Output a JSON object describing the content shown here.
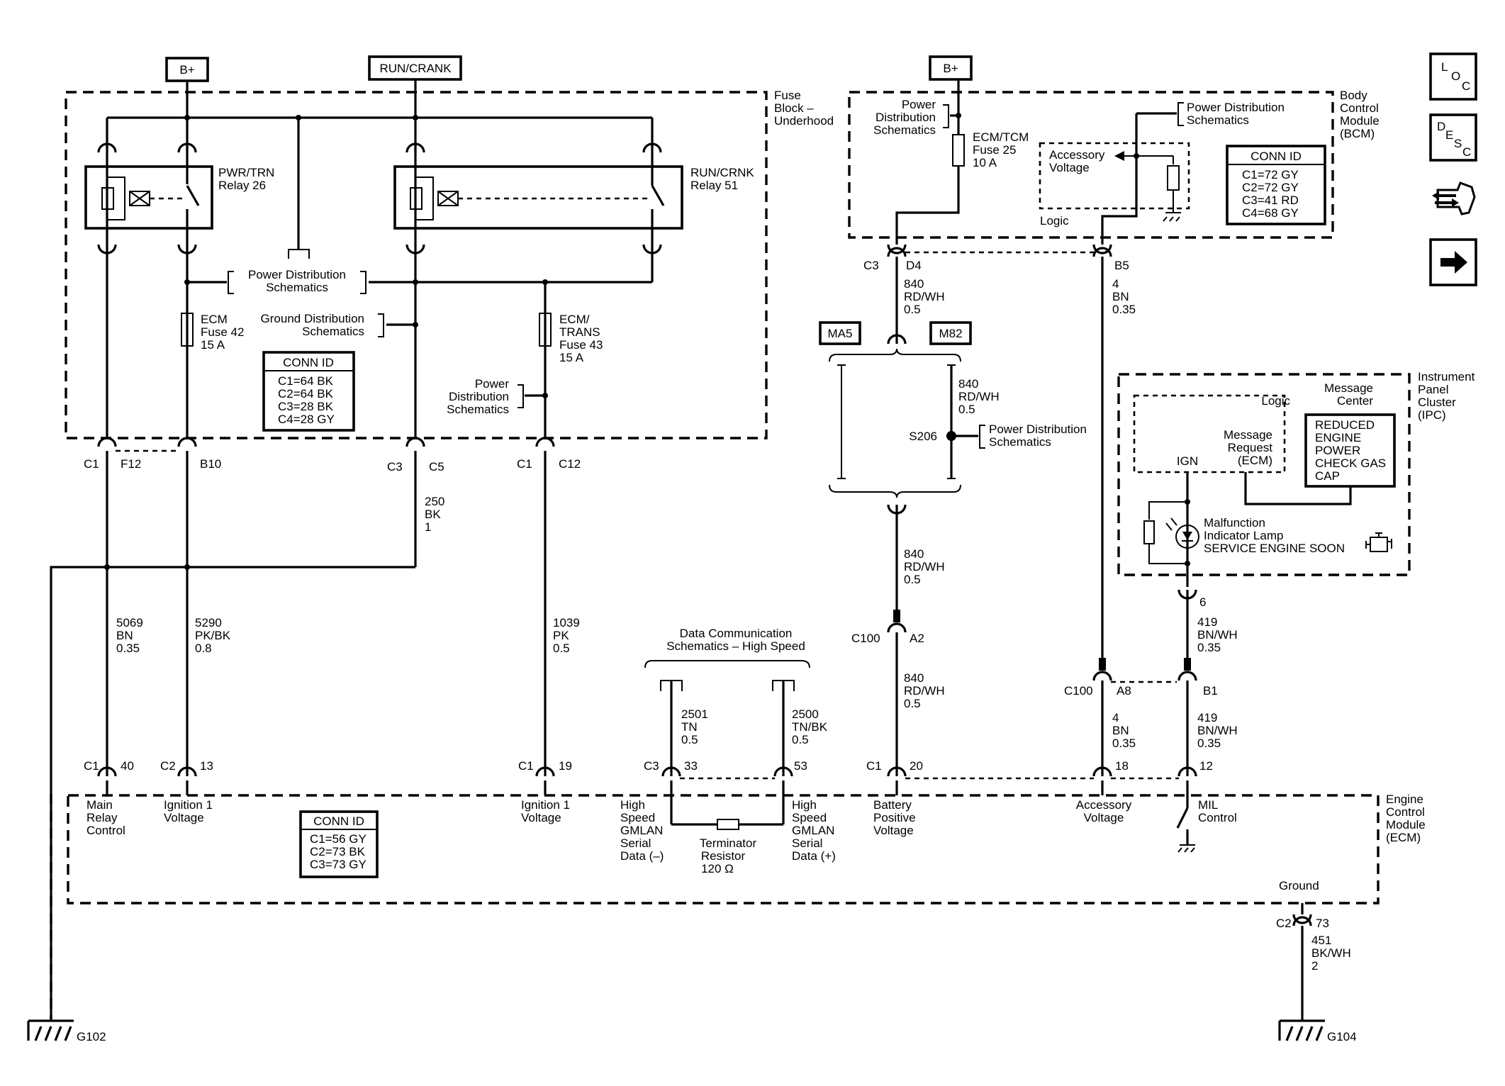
{
  "power_labels": {
    "bplus_1": "B+",
    "run_crank": "RUN/CRANK",
    "bplus_2": "B+",
    "ma5": "MA5",
    "m82": "M82"
  },
  "fuse_block": {
    "title_1": "Fuse",
    "title_2": "Block –",
    "title_3": "Underhood",
    "pwr_relay_1": "PWR/TRN",
    "pwr_relay_2": "Relay 26",
    "run_relay_1": "RUN/CRNK",
    "run_relay_2": "Relay 51",
    "pds_1_a": "Power Distribution",
    "pds_1_b": "Schematics",
    "ecm_fuse_1": "ECM",
    "ecm_fuse_2": "Fuse 42",
    "ecm_fuse_3": "15 A",
    "gnd_dist_1": "Ground Distribution",
    "gnd_dist_2": "Schematics",
    "ecm_trans_1": "ECM/",
    "ecm_trans_2": "TRANS",
    "ecm_trans_3": "Fuse 43",
    "ecm_trans_4": "15 A",
    "pds_2_a": "Power",
    "pds_2_b": "Distribution",
    "pds_2_c": "Schematics",
    "conn_title": "CONN ID",
    "conn_1": "C1=64 BK",
    "conn_2": "C2=64 BK",
    "conn_3": "C3=28 BK",
    "conn_4": "C4=28 GY"
  },
  "bcm": {
    "title_1": "Body",
    "title_2": "Control",
    "title_3": "Module",
    "title_4": "(BCM)",
    "pds_1_a": "Power",
    "pds_1_b": "Distribution",
    "pds_1_c": "Schematics",
    "fuse_1": "ECM/TCM",
    "fuse_2": "Fuse 25",
    "fuse_3": "10 A",
    "acc_1": "Accessory",
    "acc_2": "Voltage",
    "logic": "Logic",
    "pds_2_a": "Power Distribution",
    "pds_2_b": "Schematics",
    "conn_title": "CONN ID",
    "conn_1": "C1=72 GY",
    "conn_2": "C2=72 GY",
    "conn_3": "C3=41 RD",
    "conn_4": "C4=68 GY"
  },
  "ipc": {
    "title_1": "Instrument",
    "title_2": "Panel",
    "title_3": "Cluster",
    "title_4": "(IPC)",
    "msg_center_1": "Message",
    "msg_center_2": "Center",
    "logic": "Logic",
    "msg_req_1": "Message",
    "msg_req_2": "Request",
    "msg_req_3": "(ECM)",
    "ign": "IGN",
    "msg_1": "REDUCED",
    "msg_2": "ENGINE",
    "msg_3": "POWER",
    "msg_4": "CHECK GAS",
    "msg_5": "CAP",
    "mil_1": "Malfunction",
    "mil_2": "Indicator Lamp",
    "mil_3": "SERVICE ENGINE SOON"
  },
  "ecm": {
    "title_1": "Engine",
    "title_2": "Control",
    "title_3": "Module",
    "title_4": "(ECM)",
    "main_relay_1": "Main",
    "main_relay_2": "Relay",
    "main_relay_3": "Control",
    "ign1_a_1": "Ignition 1",
    "ign1_a_2": "Voltage",
    "ign1_b_1": "Ignition 1",
    "ign1_b_2": "Voltage",
    "hs_neg_1": "High",
    "hs_neg_2": "Speed",
    "hs_neg_3": "GMLAN",
    "hs_neg_4": "Serial",
    "hs_neg_5": "Data (–)",
    "term_1": "Terminator",
    "term_2": "Resistor",
    "term_3": "120 Ω",
    "hs_pos_1": "High",
    "hs_pos_2": "Speed",
    "hs_pos_3": "GMLAN",
    "hs_pos_4": "Serial",
    "hs_pos_5": "Data (+)",
    "batt_1": "Battery",
    "batt_2": "Positive",
    "batt_3": "Voltage",
    "acc_1": "Accessory",
    "acc_2": "Voltage",
    "mil_1": "MIL",
    "mil_2": "Control",
    "ground": "Ground",
    "conn_title": "CONN ID",
    "conn_1": "C1=56 GY",
    "conn_2": "C2=73 BK",
    "conn_3": "C3=73 GY"
  },
  "data_comm": {
    "line_1": "Data Communication",
    "line_2": "Schematics – High Speed"
  },
  "splice": {
    "s206": "S206",
    "pds_a": "Power Distribution",
    "pds_b": "Schematics"
  },
  "connectors": {
    "fb_c1": "C1",
    "fb_f12": "F12",
    "fb_b10": "B10",
    "fb_c3": "C3",
    "fb_c5": "C5",
    "fb_c1b": "C1",
    "fb_c12": "C12",
    "bcm_c3": "C3",
    "bcm_d4": "D4",
    "bcm_b5": "B5",
    "c100_a": "C100",
    "c100_a2": "A2",
    "c100_b": "C100",
    "c100_a8": "A8",
    "c100_b1": "B1",
    "ipc_6": "6",
    "ecm_c1_a": "C1",
    "ecm_40": "40",
    "ecm_c2": "C2",
    "ecm_13": "13",
    "ecm_c1_b": "C1",
    "ecm_19": "19",
    "ecm_c3": "C3",
    "ecm_33": "33",
    "ecm_53": "53",
    "ecm_c1_c": "C1",
    "ecm_20": "20",
    "ecm_18": "18",
    "ecm_12": "12",
    "ecm_gnd_c2": "C2",
    "ecm_gnd_73": "73"
  },
  "wires": {
    "w5069": [
      "5069",
      "BN",
      "0.35"
    ],
    "w5290": [
      "5290",
      "PK/BK",
      "0.8"
    ],
    "w250": [
      "250",
      "BK",
      "1"
    ],
    "w1039": [
      "1039",
      "PK",
      "0.5"
    ],
    "w840_a": [
      "840",
      "RD/WH",
      "0.5"
    ],
    "w840_b": [
      "840",
      "RD/WH",
      "0.5"
    ],
    "w840_c": [
      "840",
      "RD/WH",
      "0.5"
    ],
    "w840_d": [
      "840",
      "RD/WH",
      "0.5"
    ],
    "w4_a": [
      "4",
      "BN",
      "0.35"
    ],
    "w4_b": [
      "4",
      "BN",
      "0.35"
    ],
    "w419_a": [
      "419",
      "BN/WH",
      "0.35"
    ],
    "w419_b": [
      "419",
      "BN/WH",
      "0.35"
    ],
    "w2501": [
      "2501",
      "TN",
      "0.5"
    ],
    "w2500": [
      "2500",
      "TN/BK",
      "0.5"
    ],
    "w451": [
      "451",
      "BK/WH",
      "2"
    ]
  },
  "grounds": {
    "g102": "G102",
    "g104": "G104"
  },
  "nav_icons": [
    "loc-icon",
    "desc-icon",
    "harness-icon",
    "next-arrow-icon"
  ],
  "nav_glyphs": {
    "loc": [
      "L",
      "O",
      "C"
    ],
    "desc": [
      "D",
      "E",
      "S",
      "C"
    ]
  }
}
